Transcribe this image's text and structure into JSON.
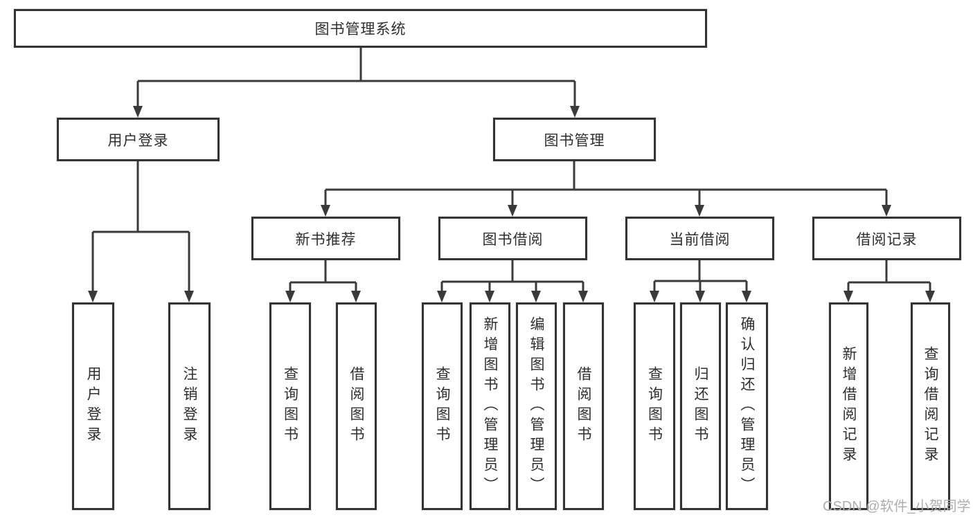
{
  "diagram": {
    "root": {
      "label": "图书管理系统"
    },
    "level2": {
      "user_login": {
        "label": "用户登录"
      },
      "book_mgmt": {
        "label": "图书管理"
      }
    },
    "level3": {
      "new_book": {
        "label": "新书推荐"
      },
      "borrow": {
        "label": "图书借阅"
      },
      "current": {
        "label": "当前借阅"
      },
      "records": {
        "label": "借阅记录"
      }
    },
    "leaves": {
      "user_login": "用户登录",
      "logout": "注销登录",
      "new_book_query": "查询图书",
      "new_book_borrow": "借阅图书",
      "borrow_query": "查询图书",
      "borrow_add": "新增图书（管理员）",
      "borrow_edit": "编辑图书（管理员）",
      "borrow_borrow": "借阅图书",
      "current_query": "查询图书",
      "current_return": "归还图书",
      "current_confirm": "确认归还（管理员）",
      "records_add": "新增借阅记录",
      "records_query": "查询借阅记录"
    }
  },
  "colors": {
    "line": "#3a3a3a",
    "box_border": "#333333",
    "text": "#2e2e2e",
    "watermark": "#aeaeae"
  },
  "watermark": {
    "text": "CSDN @软件_小贺同学"
  }
}
